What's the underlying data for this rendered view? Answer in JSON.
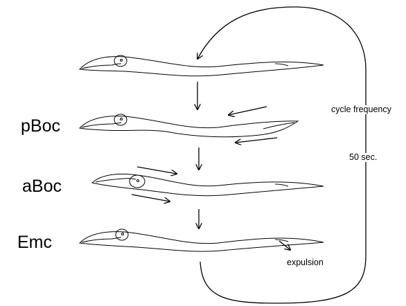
{
  "stages": [
    {
      "label": ""
    },
    {
      "label": "pBoc"
    },
    {
      "label": "aBoc"
    },
    {
      "label": "Emc"
    }
  ],
  "annotations": {
    "cycle_frequency": "cycle frequency",
    "period": "50 sec.",
    "expulsion": "expulsion"
  }
}
